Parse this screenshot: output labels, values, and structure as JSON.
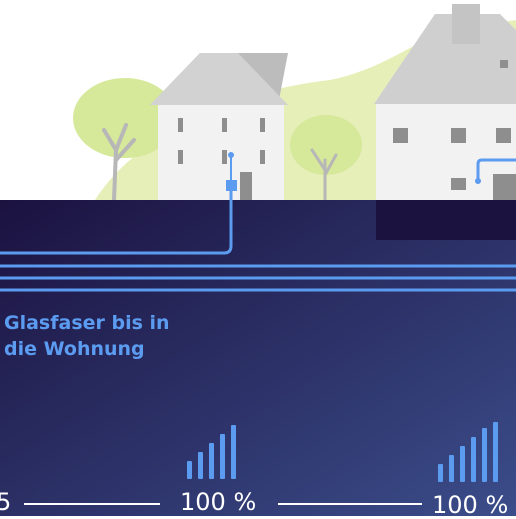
{
  "caption": {
    "line1": "Glasfaser bis in",
    "line2": "die Wohnung"
  },
  "speed_indicators": [
    {
      "value": "100 %"
    },
    {
      "value": "100 %"
    }
  ],
  "cut_label": "5",
  "colors": {
    "ground_dark": "#1b1240",
    "ground_light": "#3b4d8a",
    "fiber": "#5b9bf0",
    "tree_foliage": "#d6e89a",
    "house_wall": "#f2f2f2",
    "roof": "#bcbcbc",
    "window": "#8e8e8e"
  },
  "icons": [
    "house-icon",
    "tree-icon",
    "signal-bars-icon",
    "fiber-connector-icon"
  ]
}
